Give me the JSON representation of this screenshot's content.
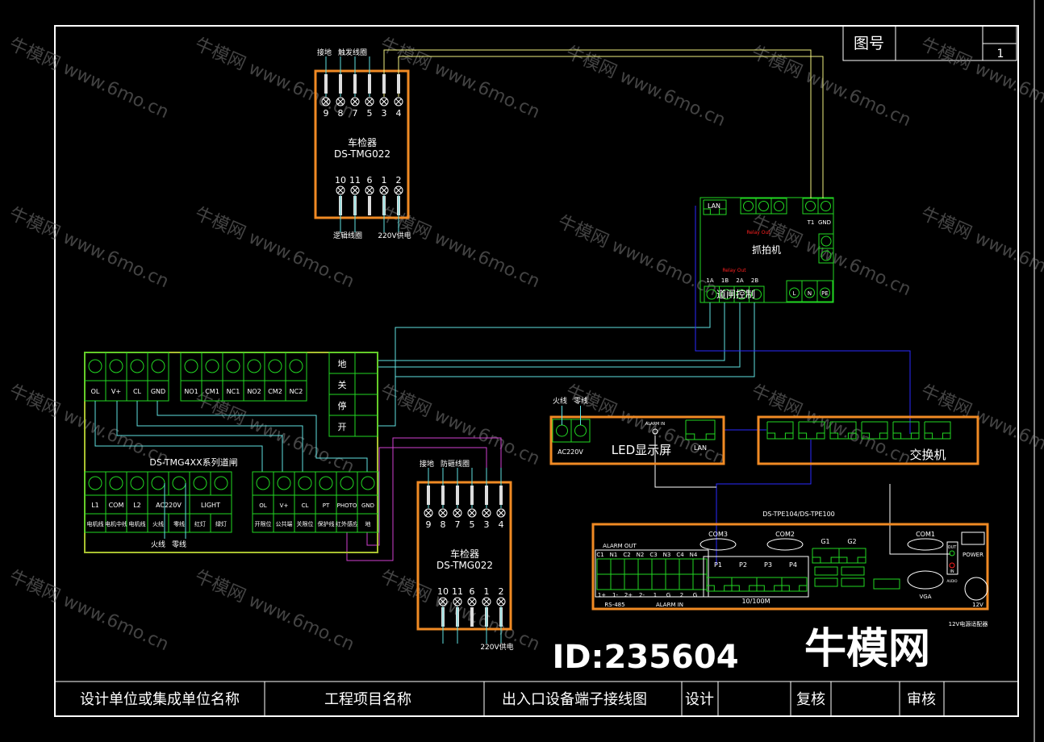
{
  "title_block": {
    "drawing_no_label": "图号",
    "drawing_no": "1",
    "design_unit": "设计单位或集成单位名称",
    "project_name": "工程项目名称",
    "drawing_title": "出入口设备端子接线图",
    "design": "设计",
    "review": "复核",
    "approve": "审核"
  },
  "detector_top": {
    "name": "车检器",
    "model": "DS-TMG022",
    "top_terminals": [
      "9",
      "8",
      "7",
      "5",
      "3",
      "4"
    ],
    "bottom_terminals": [
      "10",
      "11",
      "6",
      "1",
      "2"
    ],
    "label_ground": "接地",
    "label_loop": "触发线圈",
    "label_logic_loop": "逻辑线圈",
    "label_power": "220V供电"
  },
  "detector_bottom": {
    "name": "车检器",
    "model": "DS-TMG022",
    "top_terminals": [
      "9",
      "8",
      "7",
      "5",
      "3",
      "4"
    ],
    "bottom_terminals": [
      "10",
      "11",
      "6",
      "1",
      "2"
    ],
    "label_ground": "接地",
    "label_loop": "防砸线圈",
    "label_power": "220V供电"
  },
  "camera": {
    "name": "抓拍机",
    "lan": "LAN",
    "gate_control": "道闸控制",
    "pins": [
      "1A",
      "1B",
      "2A",
      "2B"
    ],
    "power": [
      "L",
      "N",
      "PE"
    ],
    "gnd": "GND",
    "t1": "T1",
    "relay_out": "Relay Out"
  },
  "barrier": {
    "name": "DS-TMG4XX系列道闸",
    "top_left": [
      "OL",
      "V+",
      "CL",
      "GND"
    ],
    "top_relay": [
      "NO1",
      "CM1",
      "NC1",
      "NO2",
      "CM2",
      "NC2"
    ],
    "side": [
      "地",
      "关",
      "停",
      "开"
    ],
    "bottom_left_labels": [
      "L1",
      "COM",
      "L2"
    ],
    "ac": "AC220V",
    "light": "LIGHT",
    "bottom_left_desc": [
      "电机线",
      "电机中线",
      "电机线",
      "火线",
      "零线",
      "红灯",
      "绿灯"
    ],
    "bottom_right_labels": [
      "OL",
      "V+",
      "CL",
      "PT",
      "PHOTO",
      "GND"
    ],
    "bottom_right_desc": [
      "开限位",
      "公共端",
      "关限位",
      "保护线",
      "红外感应",
      "地"
    ],
    "power_labels": [
      "火线",
      "零线"
    ]
  },
  "led": {
    "name": "LED显示屏",
    "power": "AC220V",
    "live": "火线",
    "neutral": "零线",
    "lan": "LAN",
    "alarm_in": "ALARM IN"
  },
  "switch": {
    "name": "交换机"
  },
  "nvr": {
    "model": "DS-TPE104/DS-TPE100",
    "alarm_out": "ALARM OUT",
    "alarm_out_pins": [
      "C1",
      "N1",
      "C2",
      "N2",
      "C3",
      "N3",
      "C4",
      "N4"
    ],
    "bottom_pins": [
      "1+",
      "1-",
      "2+",
      "2-",
      "1",
      "G",
      "2",
      "G"
    ],
    "rs485": "RS-485",
    "alarm_in": "ALARM IN",
    "com": [
      "COM3",
      "COM2",
      "COM1"
    ],
    "poe": [
      "P1",
      "P2",
      "P3",
      "P4"
    ],
    "poe_label": "10/100M",
    "gigabit": [
      "G1",
      "G2"
    ],
    "vga": "VGA",
    "power": "POWER",
    "out": "OUT",
    "in": "IN",
    "audio": "AUDIO",
    "dc": "12V",
    "adapter": "12V电源适配器"
  },
  "watermark": {
    "text": "牛模网 www.6mo.cn",
    "logo": "牛模网",
    "id": "ID:235604"
  },
  "colors": {
    "orange": "#f08a24",
    "green": "#22d822",
    "cyan": "#5fe0e0",
    "yellow": "#f0f080",
    "blue": "#2a2aff",
    "magenta": "#d040d0",
    "frame": "#a8c030"
  }
}
